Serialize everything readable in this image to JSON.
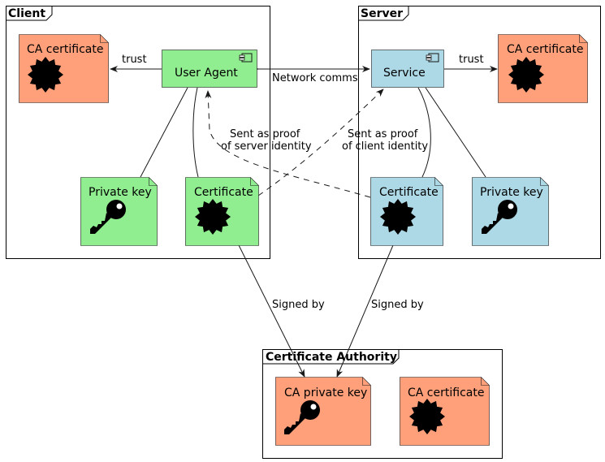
{
  "colors": {
    "client_green": "#90EE90",
    "server_blue": "#ADD8E6",
    "ca_salmon": "#FFA07A",
    "icon_black": "#000000"
  },
  "frames": {
    "client": "Client",
    "server": "Server",
    "ca": "Certificate Authority"
  },
  "nodes": {
    "client_ca_cert": "CA certificate",
    "user_agent": "User Agent",
    "client_private_key": "Private key",
    "client_certificate": "Certificate",
    "service": "Service",
    "server_ca_cert": "CA certificate",
    "server_certificate": "Certificate",
    "server_private_key": "Private key",
    "ca_private_key": "CA private key",
    "ca_certificate": "CA certificate"
  },
  "icons": {
    "certificate": "certificate-seal-icon",
    "key": "key-icon",
    "component": "component-icon"
  },
  "edges": {
    "client_trust": "trust",
    "server_trust": "trust",
    "network": "Network comms",
    "server_proof_line1": "Sent as proof",
    "server_proof_line2": "of server identity",
    "client_proof_line1": "Sent as proof",
    "client_proof_line2": "of client identity",
    "client_signed": "Signed by",
    "server_signed": "Signed by"
  }
}
